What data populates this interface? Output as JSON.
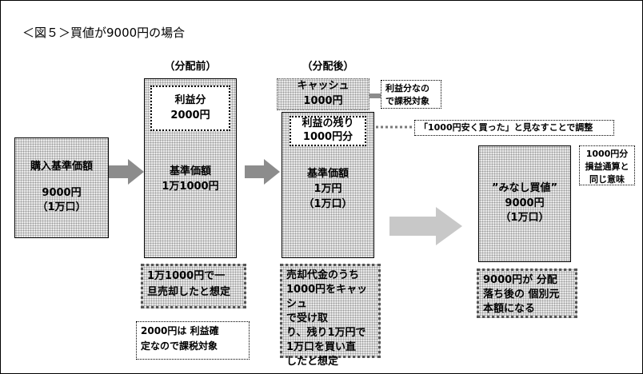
{
  "title": "＜図５＞買値が9000円の場合",
  "headers": {
    "before": "（分配前）",
    "after": "（分配後）"
  },
  "purchase": {
    "line1": "購入基準価額",
    "line2": "9000円",
    "line3": "（1万口）"
  },
  "before_col": {
    "profit_line1": "利益分",
    "profit_line2": "2000円",
    "base_line1": "基準価額",
    "base_line2": "1万1000円",
    "note1_line1": "1万1000円で一",
    "note1_line2": "旦売却したと想定",
    "note2_line1": "2000円は 利益確",
    "note2_line2": "定なので課税対象"
  },
  "after_col": {
    "cash_line1": "キャッシュ",
    "cash_line2": "1000円",
    "cash_note_line1": "利益分なの",
    "cash_note_line2": "で課税対象",
    "remain_line1": "利益の残り",
    "remain_line2": "1000円分",
    "base_line1": "基準価額",
    "base_line2": "1万円",
    "base_line3": "（1万口）",
    "note_lines": [
      "売却代金のうち",
      "1000円をキャッシュ",
      "で受け取",
      "り、残り1万円で",
      "1万口を買い直",
      "したと想定"
    ]
  },
  "adjust_note": "「1000円安く買った」と見なすことで調整",
  "deemed": {
    "line1": "”みなし買値”",
    "line2": "9000円",
    "line3": "（1万口）"
  },
  "deemed_note": {
    "line1": "9000円が 分配",
    "line2": "落ち後の 個別元",
    "line3": "本額になる"
  },
  "same_note": {
    "line1": "1000円分",
    "line2": "損益通算と",
    "line3": "同じ意味"
  },
  "colors": {
    "arrow_dark": "#8c8c8c",
    "arrow_light": "#c8c8c8",
    "dots": "#9a9a9a"
  }
}
